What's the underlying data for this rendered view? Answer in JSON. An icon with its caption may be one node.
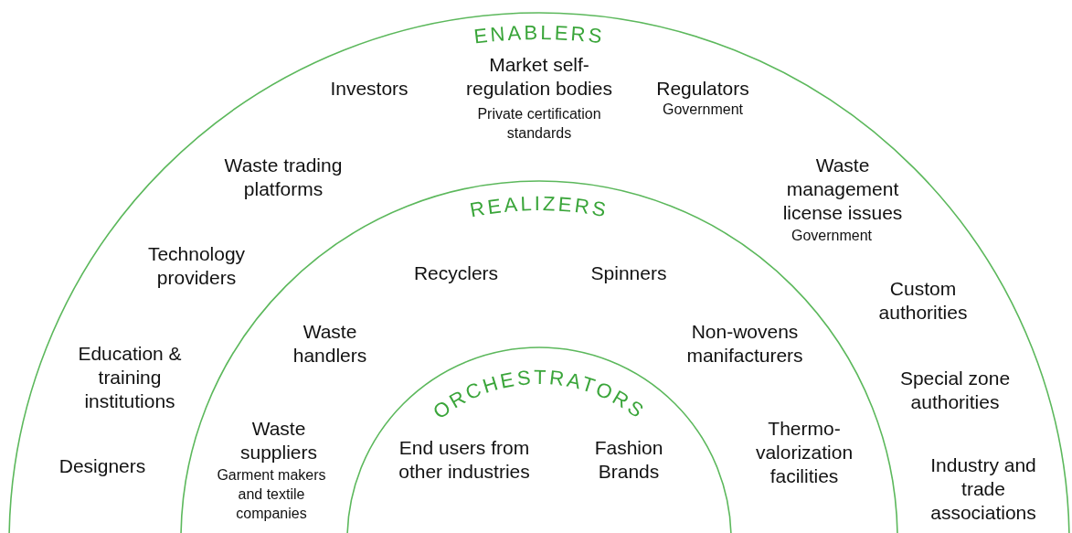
{
  "diagram": {
    "nodes": [
      {
        "text": [
          "ENABLERS",
          "Investors",
          "Market self-regulation bodies",
          "Private certification standards",
          "Regulators",
          "Government",
          "Waste trading platforms",
          "Waste management license issues",
          "Government",
          "Technology providers",
          "Custom authorities",
          "Education & training institutions",
          "Special zone authorities",
          "Designers",
          "Industry and trade associations"
        ]
      },
      {
        "text": [
          "REALIZERS",
          "Recyclers",
          "Spinners",
          "Waste handlers",
          "Non-wovens manifacturers",
          "Waste suppliers",
          "Garment makers and textile companies",
          "Thermo-valorization facilities"
        ],
        "in": 0
      },
      {
        "text": [
          "ORCHESTRATORS",
          "End users from other industries",
          "Fashion Brands"
        ],
        "in": 1
      }
    ]
  }
}
